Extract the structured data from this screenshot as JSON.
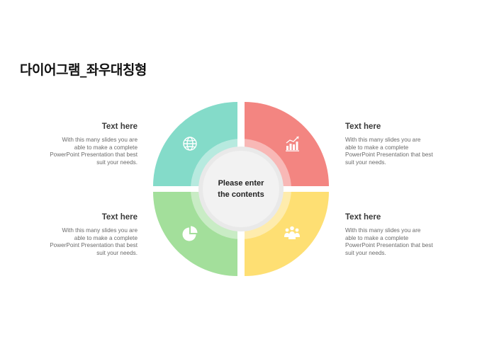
{
  "title": "다이어그램_좌우대칭형",
  "center": {
    "line1": "Please enter",
    "line2": "the contents"
  },
  "colors": {
    "teal": "#84DBC9",
    "red": "#F38581",
    "green": "#A3DF9B",
    "yellow": "#FEDF73",
    "ring": "#E9E9E9",
    "center": "#F2F2F2"
  },
  "quadrants": [
    {
      "position": "top-left",
      "icon": "globe-icon",
      "heading": "Text here",
      "body": "With this many slides you are\nable to make a complete\nPowerPoint Presentation that best\nsuit your needs."
    },
    {
      "position": "top-right",
      "icon": "bar-chart-icon",
      "heading": "Text here",
      "body": "With this many slides you are\nable to make a complete\nPowerPoint Presentation that best\nsuit your needs."
    },
    {
      "position": "bottom-left",
      "icon": "pie-chart-icon",
      "heading": "Text here",
      "body": "With this many slides you are\nable to make a complete\nPowerPoint Presentation that best\nsuit your needs."
    },
    {
      "position": "bottom-right",
      "icon": "team-icon",
      "heading": "Text here",
      "body": "With this many slides you are\nable to make a complete\nPowerPoint Presentation that best\nsuit your needs."
    }
  ]
}
